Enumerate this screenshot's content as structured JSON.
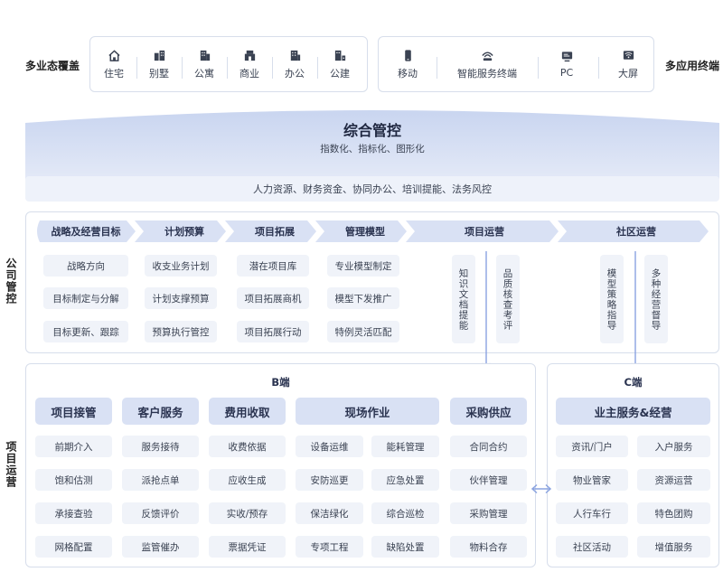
{
  "top": {
    "left_label": "多业态覆盖",
    "right_label": "多应用终端",
    "property_types": [
      {
        "icon": "house-icon",
        "label": "住宅"
      },
      {
        "icon": "villa-icon",
        "label": "别墅"
      },
      {
        "icon": "apartment-icon",
        "label": "公寓"
      },
      {
        "icon": "shop-icon",
        "label": "商业"
      },
      {
        "icon": "office-icon",
        "label": "办公"
      },
      {
        "icon": "public-building-icon",
        "label": "公建"
      }
    ],
    "terminals": [
      {
        "icon": "mobile-icon",
        "label": "移动"
      },
      {
        "icon": "smart-terminal-icon",
        "label": "智能服务终端"
      },
      {
        "icon": "pc-icon",
        "label": "PC"
      },
      {
        "icon": "big-screen-icon",
        "label": "大屏"
      }
    ]
  },
  "control": {
    "title": "综合管控",
    "subtitle": "指数化、指标化、图形化",
    "support_bar": "人力资源、财务资金、协同办公、培训提能、法务风控"
  },
  "company": {
    "side_label": "公司管控",
    "stages": [
      "战略及经营目标",
      "计划预算",
      "项目拓展",
      "管理模型",
      "项目运营",
      "社区运营"
    ],
    "columns": [
      [
        "战略方向",
        "目标制定与分解",
        "目标更新、跟踪"
      ],
      [
        "收支业务计划",
        "计划支撑预算",
        "预算执行管控"
      ],
      [
        "潜在项目库",
        "项目拓展商机",
        "项目拓展行动"
      ],
      [
        "专业模型制定",
        "模型下发推广",
        "特例灵活匹配"
      ]
    ],
    "vertical_items": [
      "知识文档提能",
      "品质核查考评",
      "模型策略指导",
      "多种经营督导"
    ]
  },
  "project": {
    "side_label": "项目运营",
    "b_title": "B端",
    "c_title": "C端",
    "b_headers": [
      "项目接管",
      "客户服务",
      "费用收取",
      "现场作业",
      "采购供应"
    ],
    "b_columns": [
      [
        "前期介入",
        "饱和估测",
        "承接查验",
        "网格配置"
      ],
      [
        "服务接待",
        "派抢点单",
        "反馈评价",
        "监管催办"
      ],
      [
        "收费依据",
        "应收生成",
        "实收/预存",
        "票据凭证"
      ],
      [
        "设备运维",
        "安防巡更",
        "保洁绿化",
        "专项工程"
      ],
      [
        "能耗管理",
        "应急处置",
        "综合巡检",
        "缺陷处置"
      ],
      [
        "合同合约",
        "伙伴管理",
        "采购管理",
        "物料合存"
      ]
    ],
    "c_header": "业主服务&经营",
    "c_columns": [
      [
        "资讯/门户",
        "物业管家",
        "人行车行",
        "社区活动"
      ],
      [
        "入户服务",
        "资源运营",
        "特色团购",
        "增值服务"
      ]
    ]
  }
}
